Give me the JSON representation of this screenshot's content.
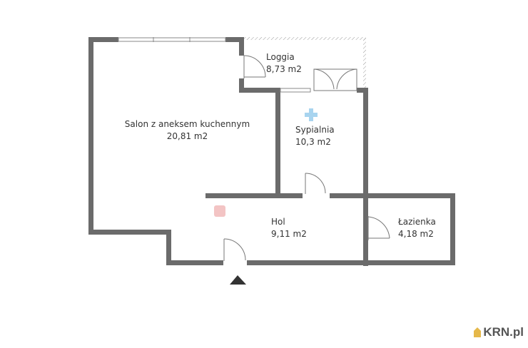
{
  "floorplan": {
    "rooms": [
      {
        "name": "Salon z aneksem kuchennym",
        "area": "20,81 m2"
      },
      {
        "name": "Loggia",
        "area": "8,73 m2"
      },
      {
        "name": "Sypialnia",
        "area": "10,3 m2"
      },
      {
        "name": "Hol",
        "area": "9,11 m2"
      },
      {
        "name": "Łazienka",
        "area": "4,18 m2"
      }
    ],
    "entrance_marker": "entrance-arrow"
  },
  "brand": {
    "logo_text": "KRN.pl",
    "wall_color": "#6b6b6b"
  }
}
